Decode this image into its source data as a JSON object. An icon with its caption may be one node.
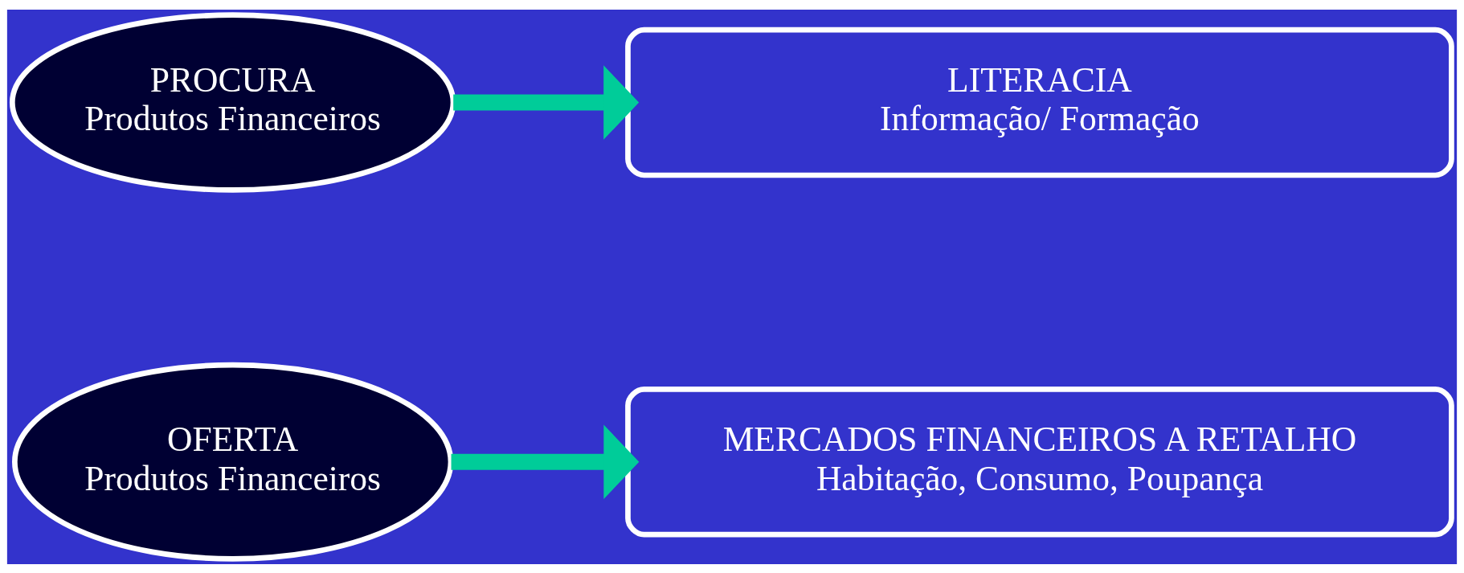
{
  "diagram": {
    "nodes": [
      {
        "text": [
          "OFERTA",
          "Produtos Financeiros"
        ]
      },
      {
        "text": [
          "MERCADOS FINANCEIROS A RETALHO",
          "Habitação, Consumo, Poupança"
        ]
      },
      {
        "text": [
          "PROCURA",
          "Produtos Financeiros"
        ]
      },
      {
        "text": [
          "LITERACIA",
          "Informação/ Formação"
        ]
      }
    ],
    "edges": [
      {
        "from": 0,
        "to": 1,
        "arrow": "to"
      },
      {
        "from": 2,
        "to": 3,
        "arrow": "to"
      }
    ]
  }
}
